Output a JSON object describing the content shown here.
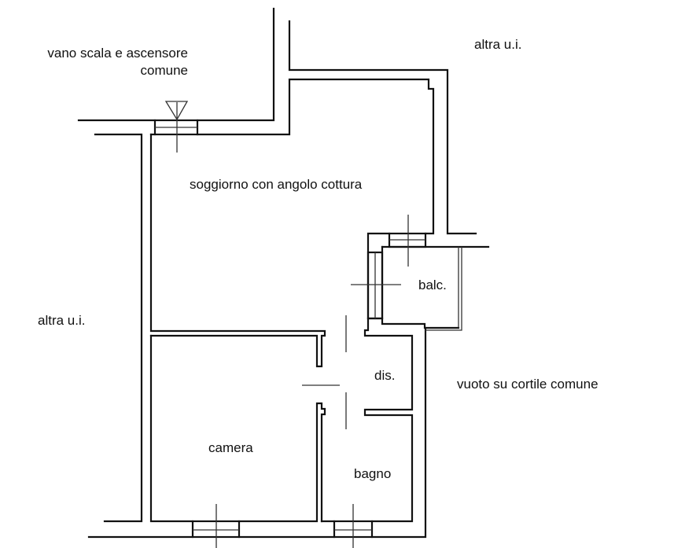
{
  "plan": {
    "type": "floor-plan",
    "line_color": "#111111",
    "background": "#ffffff"
  },
  "labels": {
    "stair_line1": "vano scala e ascensore",
    "stair_line2": "comune",
    "other_unit_top": "altra u.i.",
    "other_unit_left": "altra u.i.",
    "living": "soggiorno con angolo cottura",
    "balcony": "balc.",
    "hall": "dis.",
    "courtyard": "vuoto su cortile comune",
    "bedroom": "camera",
    "bathroom": "bagno"
  },
  "symbols": {
    "entrance": "entrance-arrow-icon",
    "windows": [
      "window-entrance",
      "window-balcony-top",
      "window-balcony-side",
      "window-camera",
      "window-bagno"
    ]
  }
}
